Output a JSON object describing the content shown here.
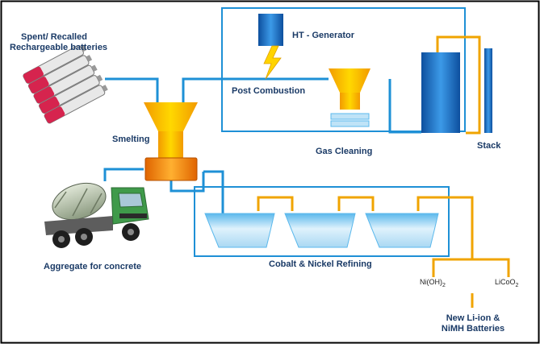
{
  "labels": {
    "spent_batteries_line1": "Spent/ Recalled",
    "spent_batteries_line2": "Rechargeable batteries",
    "ht_generator": "HT - Generator",
    "post_combustion": "Post Combustion",
    "smelting": "Smelting",
    "gas_cleaning": "Gas Cleaning",
    "stack": "Stack",
    "aggregate": "Aggregate for concrete",
    "refining": "Cobalt & Nickel Refining",
    "nioh2_base": "Ni(OH)",
    "nioh2_sub": "2",
    "licoo2_base": "LiCoO",
    "licoo2_sub": "2",
    "new_batteries_line1": "New Li-ion &",
    "new_batteries_line2": "NiMH Batteries"
  },
  "colors": {
    "pipe_blue": "#1e90d6",
    "pipe_orange": "#f0a400",
    "label_navy": "#1a3a66",
    "funnel_yellow": "#f8c600",
    "smelter_orange": "#f07a00",
    "tank_blue": "#1565b8",
    "refine_light": "#bfe3f7"
  }
}
